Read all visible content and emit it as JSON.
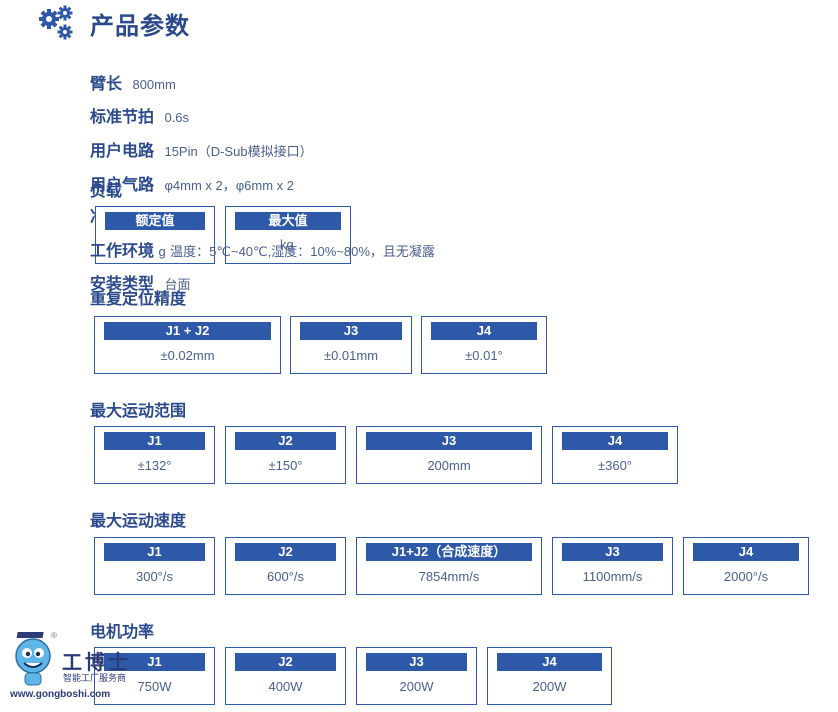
{
  "title": "产品参数",
  "specs": [
    {
      "label": "臂长",
      "value": "800mm"
    },
    {
      "label": "标准节拍",
      "value": "0.6s"
    },
    {
      "label": "用户电路",
      "value": "15Pin（D-Sub模拟接口）"
    },
    {
      "label": "用户气路",
      "value": "φ4mm x 2，φ6mm x 2"
    },
    {
      "label": "负载",
      "value": ""
    },
    {
      "label": "净重",
      "value": ""
    },
    {
      "label": "工作环境",
      "value": "温度：5℃~40℃,湿度：10%~80%，且无凝露"
    },
    {
      "label": "安装类型",
      "value": "台面"
    }
  ],
  "payload_cards": [
    {
      "head": "额定值",
      "value": ""
    },
    {
      "head": "最大值",
      "value": "kg"
    }
  ],
  "payload_fragment": "g",
  "sections": [
    {
      "title": "重复定位精度",
      "cards": [
        {
          "head": "J1 + J2",
          "value": "±0.02mm"
        },
        {
          "head": "J3",
          "value": "±0.01mm"
        },
        {
          "head": "J4",
          "value": "±0.01°"
        }
      ]
    },
    {
      "title": "最大运动范围",
      "cards": [
        {
          "head": "J1",
          "value": "±132°"
        },
        {
          "head": "J2",
          "value": "±150°"
        },
        {
          "head": "J3",
          "value": "200mm"
        },
        {
          "head": "J4",
          "value": "±360°"
        }
      ]
    },
    {
      "title": "最大运动速度",
      "cards": [
        {
          "head": "J1",
          "value": "300°/s"
        },
        {
          "head": "J2",
          "value": "600°/s"
        },
        {
          "head": "J1+J2（合成速度）",
          "value": "7854mm/s"
        },
        {
          "head": "J3",
          "value": "1100mm/s"
        },
        {
          "head": "J4",
          "value": "2000°/s"
        }
      ]
    },
    {
      "title": "电机功率",
      "cards": [
        {
          "head": "J1",
          "value": "750W"
        },
        {
          "head": "J2",
          "value": "400W"
        },
        {
          "head": "J3",
          "value": "200W"
        },
        {
          "head": "J4",
          "value": "200W"
        }
      ]
    }
  ],
  "watermark": {
    "brand": "工博士",
    "subtitle": "智能工厂服务商",
    "url": "www.gongboshi.com",
    "reg": "®"
  },
  "colors": {
    "accent": "#2e59a8",
    "text": "#2b4a8c"
  }
}
